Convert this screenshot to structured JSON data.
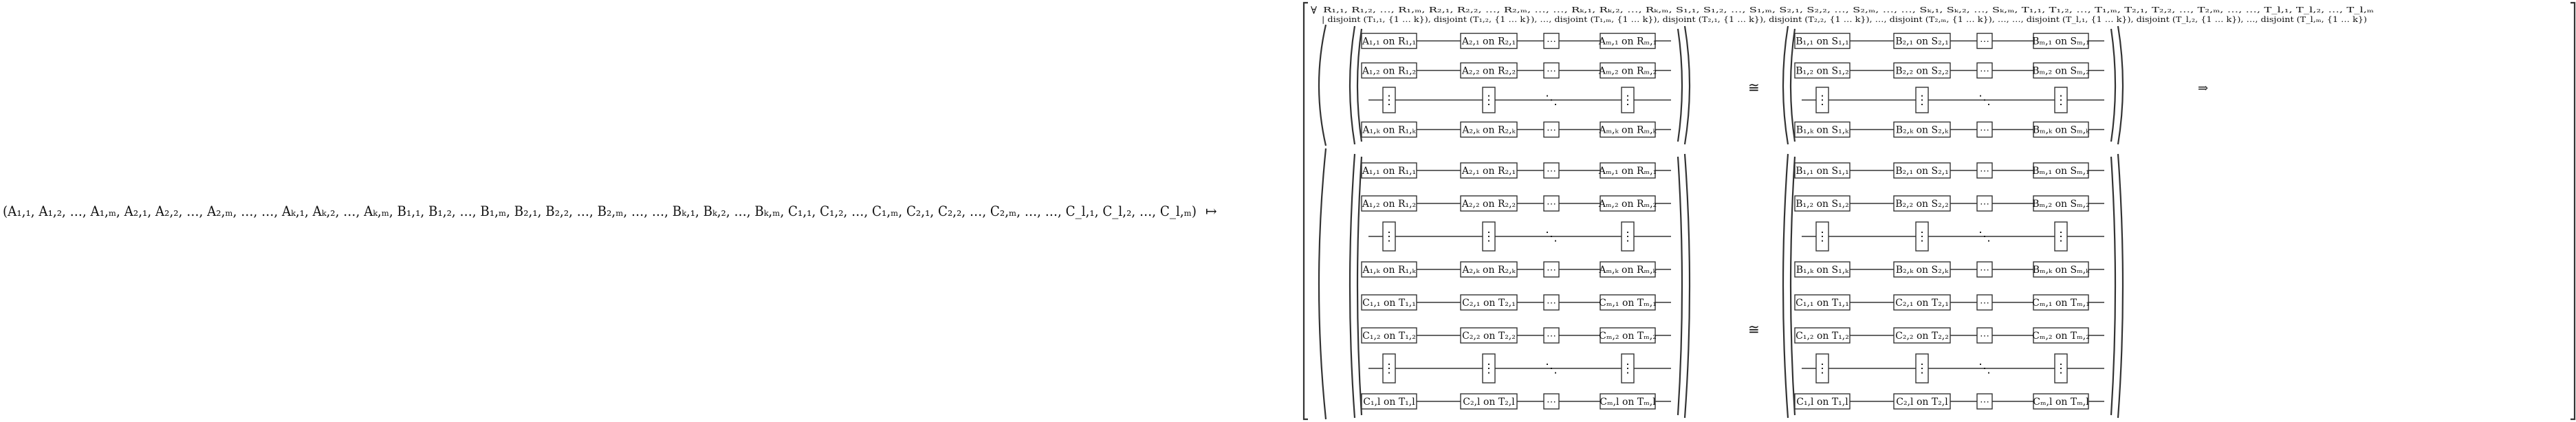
{
  "mapping": {
    "domain": "(A₁,₁, A₁,₂, …, A₁,ₘ, A₂,₁, A₂,₂, …, A₂,ₘ, …, …, Aₖ,₁, Aₖ,₂, …, Aₖ,ₘ, B₁,₁, B₁,₂, …, B₁,ₘ, B₂,₁, B₂,₂, …, B₂,ₘ, …, …, Bₖ,₁, Bₖ,₂, …, Bₖ,ₘ, C₁,₁, C₁,₂, …, C₁,ₘ, C₂,₁, C₂,₂, …, C₂,ₘ, …, …, C_l,₁, C_l,₂, …, C_l,ₘ)",
    "maps_to": "↦"
  },
  "quantifier": {
    "symbol": "∀",
    "variables": "R₁,₁, R₁,₂, …, R₁,ₘ, R₂,₁, R₂,₂, …, R₂,ₘ, …, …, Rₖ,₁, Rₖ,₂, …, Rₖ,ₘ, S₁,₁, S₁,₂, …, S₁,ₘ, S₂,₁, S₂,₂, …, S₂,ₘ, …, …, Sₖ,₁, Sₖ,₂, …, Sₖ,ₘ, T₁,₁, T₁,₂, …, T₁,ₘ, T₂,₁, T₂,₂, …, T₂,ₘ, …, …, T_l,₁, T_l,₂, …, T_l,ₘ",
    "condition": "| disjoint (T₁,₁, {1 … k}), disjoint (T₁,₂, {1 … k}), …, disjoint (T₁,ₘ, {1 … k}), disjoint (T₂,₁, {1 … k}), disjoint (T₂,₂, {1 … k}), …, disjoint (T₂,ₘ, {1 … k}), …, …, disjoint (T_l,₁, {1 … k}), disjoint (T_l,₂, {1 … k}), …, disjoint (T_l,ₘ, {1 … k})"
  },
  "premise": {
    "left_rows": [
      [
        "A₁,₁ on R₁,₁",
        "A₂,₁ on R₂,₁",
        "⋯",
        "Aₘ,₁ on Rₘ,₁"
      ],
      [
        "A₁,₂ on R₁,₂",
        "A₂,₂ on R₂,₂",
        "⋯",
        "Aₘ,₂ on Rₘ,₂"
      ],
      [
        "⋮",
        "⋮",
        "⋱",
        "⋮"
      ],
      [
        "A₁,ₖ on R₁,ₖ",
        "A₂,ₖ on R₂,ₖ",
        "⋯",
        "Aₘ,ₖ on Rₘ,ₖ"
      ]
    ],
    "relation": "≅",
    "right_rows": [
      [
        "B₁,₁ on S₁,₁",
        "B₂,₁ on S₂,₁",
        "⋯",
        "Bₘ,₁ on Sₘ,₁"
      ],
      [
        "B₁,₂ on S₁,₂",
        "B₂,₂ on S₂,₂",
        "⋯",
        "Bₘ,₂ on Sₘ,₂"
      ],
      [
        "⋮",
        "⋮",
        "⋱",
        "⋮"
      ],
      [
        "B₁,ₖ on S₁,ₖ",
        "B₂,ₖ on S₂,ₖ",
        "⋯",
        "Bₘ,ₖ on Sₘ,ₖ"
      ]
    ]
  },
  "implies": "⇒",
  "conclusion": {
    "left_rows": [
      [
        "A₁,₁ on R₁,₁",
        "A₂,₁ on R₂,₁",
        "⋯",
        "Aₘ,₁ on Rₘ,₁"
      ],
      [
        "A₁,₂ on R₁,₂",
        "A₂,₂ on R₂,₂",
        "⋯",
        "Aₘ,₂ on Rₘ,₂"
      ],
      [
        "⋮",
        "⋮",
        "⋱",
        "⋮"
      ],
      [
        "A₁,ₖ on R₁,ₖ",
        "A₂,ₖ on R₂,ₖ",
        "⋯",
        "Aₘ,ₖ on Rₘ,ₖ"
      ],
      [
        "C₁,₁ on T₁,₁",
        "C₂,₁ on T₂,₁",
        "⋯",
        "Cₘ,₁ on Tₘ,₁"
      ],
      [
        "C₁,₂ on T₁,₂",
        "C₂,₂ on T₂,₂",
        "⋯",
        "Cₘ,₂ on Tₘ,₂"
      ],
      [
        "⋮",
        "⋮",
        "⋱",
        "⋮"
      ],
      [
        "C₁,l on T₁,l",
        "C₂,l on T₂,l",
        "⋯",
        "Cₘ,l on Tₘ,l"
      ]
    ],
    "relation": "≅",
    "right_rows": [
      [
        "B₁,₁ on S₁,₁",
        "B₂,₁ on S₂,₁",
        "⋯",
        "Bₘ,₁ on Sₘ,₁"
      ],
      [
        "B₁,₂ on S₁,₂",
        "B₂,₂ on S₂,₂",
        "⋯",
        "Bₘ,₂ on Sₘ,₂"
      ],
      [
        "⋮",
        "⋮",
        "⋱",
        "⋮"
      ],
      [
        "B₁,ₖ on S₁,ₖ",
        "B₂,ₖ on S₂,ₖ",
        "⋯",
        "Bₘ,ₖ on Sₘ,ₖ"
      ],
      [
        "C₁,₁ on T₁,₁",
        "C₂,₁ on T₂,₁",
        "⋯",
        "Cₘ,₁ on Tₘ,₁"
      ],
      [
        "C₁,₂ on T₁,₂",
        "C₂,₂ on T₂,₂",
        "⋯",
        "Cₘ,₂ on Tₘ,₂"
      ],
      [
        "⋮",
        "⋮",
        "⋱",
        "⋮"
      ],
      [
        "C₁,l on T₁,l",
        "C₂,l on T₂,l",
        "⋯",
        "Cₘ,l on Tₘ,l"
      ]
    ]
  }
}
